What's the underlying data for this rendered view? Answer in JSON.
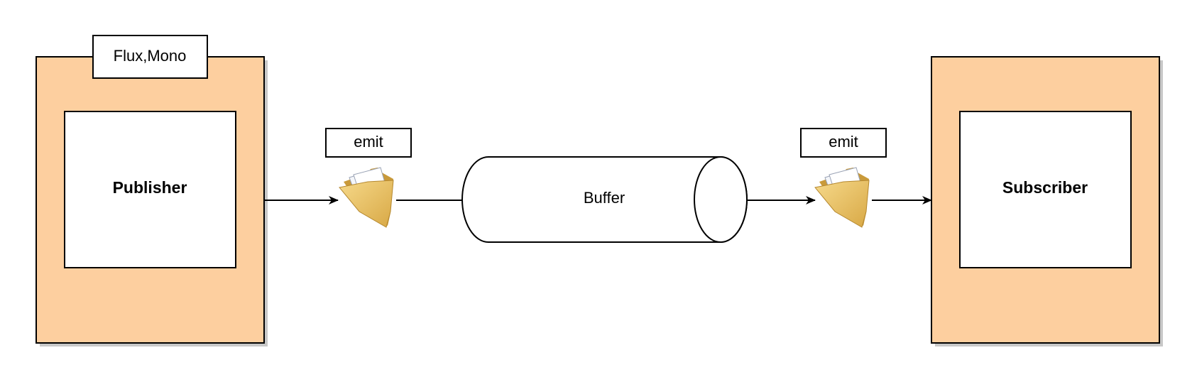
{
  "colors": {
    "container_fill": "#fdcf9f",
    "shadow": "#c8c8c8",
    "stroke": "#000000",
    "folder": "#e9bf63",
    "folder_dark": "#c99a3a",
    "paper": "#f4f6fa"
  },
  "publisher": {
    "label": "Publisher",
    "type_tag": "Flux,Mono"
  },
  "subscriber": {
    "label": "Subscriber"
  },
  "buffer": {
    "label": "Buffer"
  },
  "emit_left": {
    "label": "emit",
    "icon": "folder-icon"
  },
  "emit_right": {
    "label": "emit",
    "icon": "folder-icon"
  }
}
